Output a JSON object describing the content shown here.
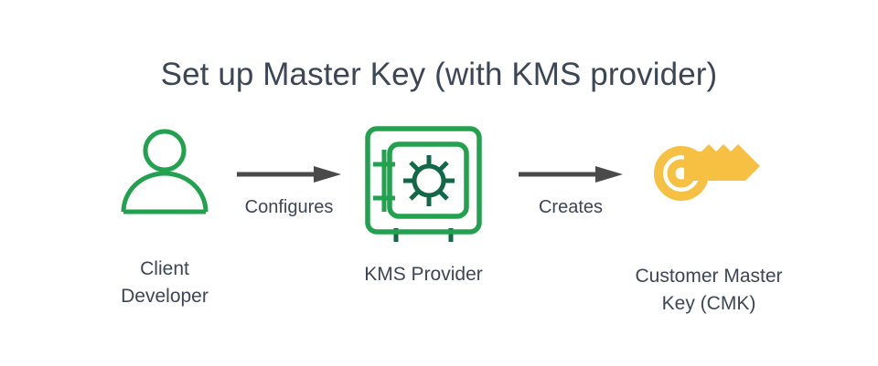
{
  "diagram": {
    "title": "Set up Master Key (with KMS provider)",
    "background_color": "#ffffff",
    "text_color": "#3c4654",
    "nodes": [
      {
        "id": "client-developer",
        "icon": "person-icon",
        "icon_color": "#22a14f",
        "label": "Client\nDeveloper"
      },
      {
        "id": "kms-provider",
        "icon": "safe-vault-icon",
        "icon_color": "#22a14f",
        "icon_accent_color": "#11694a",
        "label": "KMS Provider"
      },
      {
        "id": "customer-master-key",
        "icon": "key-icon",
        "icon_color": "#f6c043",
        "label": "Customer Master\nKey (CMK)"
      }
    ],
    "edges": [
      {
        "id": "configures",
        "label": "Configures",
        "from": "client-developer",
        "to": "kms-provider",
        "color": "#4a4a4a"
      },
      {
        "id": "creates",
        "label": "Creates",
        "from": "kms-provider",
        "to": "customer-master-key",
        "color": "#4a4a4a"
      }
    ]
  }
}
